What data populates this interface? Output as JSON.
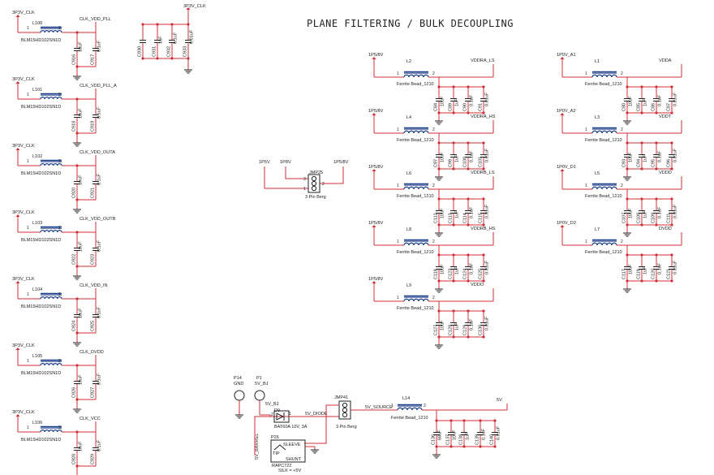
{
  "title": "PLANE FILTERING / BULK DECOUPLING",
  "top_bank": {
    "net": "3P3V_CLK",
    "caps": [
      {
        "ref": "C930",
        "value": ""
      },
      {
        "ref": "C931",
        "value": "1uF"
      },
      {
        "ref": "C932",
        "value": "0.1uF"
      },
      {
        "ref": "C933",
        "value": "0.01uF"
      }
    ]
  },
  "clk_filters": [
    {
      "src": "3P3V_CLK",
      "ind_ref": "L100",
      "ind_part": "BLM15HD102SN1D",
      "out": "CLK_VDD_PLL",
      "cap1_ref": "C916",
      "cap1_val": "10uF",
      "cap2_ref": "C917",
      "cap2_val": "0.1uF"
    },
    {
      "src": "3P3V_CLK",
      "ind_ref": "L101",
      "ind_part": "BLM15HD102SN1D",
      "out": "CLK_VDD_PLL_A",
      "cap1_ref": "C918",
      "cap1_val": "10uF",
      "cap2_ref": "C919",
      "cap2_val": "0.1uF"
    },
    {
      "src": "3P3V_CLK",
      "ind_ref": "L102",
      "ind_part": "BLM15HD102SN1D",
      "out": "CLK_VDD_OUTA",
      "cap1_ref": "C920",
      "cap1_val": "10uF",
      "cap2_ref": "C921",
      "cap2_val": "0.1uF"
    },
    {
      "src": "3P3V_CLK",
      "ind_ref": "L103",
      "ind_part": "BLM15HD102SN1D",
      "out": "CLK_VDD_OUTB",
      "cap1_ref": "C922",
      "cap1_val": "10uF",
      "cap2_ref": "C923",
      "cap2_val": "0.1uF"
    },
    {
      "src": "3P3V_CLK",
      "ind_ref": "L104",
      "ind_part": "BLM15HD102SN1D",
      "out": "CLK_VDD_IN",
      "cap1_ref": "C924",
      "cap1_val": "10uF",
      "cap2_ref": "C925",
      "cap2_val": "0.1uF"
    },
    {
      "src": "3P3V_CLK",
      "ind_ref": "L105",
      "ind_part": "BLM15HD102SN1D",
      "out": "CLK_DVDD",
      "cap1_ref": "C926",
      "cap1_val": "10uF",
      "cap2_ref": "C927",
      "cap2_val": "0.1uF"
    },
    {
      "src": "3P3V_CLK",
      "ind_ref": "L106",
      "ind_part": "BLM15HD102SN1D",
      "out": "CLK_VCC",
      "cap1_ref": "C928",
      "cap1_val": "10uF",
      "cap2_ref": "C929",
      "cap2_val": "0.1uF"
    }
  ],
  "jumper_jmp25": {
    "net_a": "1P5V",
    "net_b": "1P8V",
    "net_out": "1P5/8V",
    "ref": "JMP25",
    "desc": "3 Pin Berg",
    "pins": [
      "3",
      "2",
      "1"
    ]
  },
  "bead_part": "Ferrite Bead_1210",
  "bead_filters_mid": [
    {
      "src": "1P5/8V",
      "ref": "L2",
      "out": "VDDRA_LS",
      "caps": [
        {
          "ref": "C84",
          "val": "10uF"
        },
        {
          "ref": "C89",
          "val": "1uF"
        },
        {
          "ref": "C90",
          "val": "0.1uF"
        },
        {
          "ref": "C91",
          "val": "0.01uF"
        }
      ]
    },
    {
      "src": "1P5/8V",
      "ref": "L4",
      "out": "VDDRA_HS",
      "caps": [
        {
          "ref": "C97",
          "val": "10uF"
        },
        {
          "ref": "C99",
          "val": "1uF"
        },
        {
          "ref": "C100",
          "val": "0.1uF"
        },
        {
          "ref": "C101",
          "val": "0.01uF"
        }
      ]
    },
    {
      "src": "1P5/8V",
      "ref": "L6",
      "out": "VDDRB_LS",
      "caps": [
        {
          "ref": "C112",
          "val": "10uF"
        },
        {
          "ref": "C113",
          "val": "1uF"
        },
        {
          "ref": "C114",
          "val": "0.1uF"
        },
        {
          "ref": "C115",
          "val": "0.01uF"
        }
      ]
    },
    {
      "src": "1P5/8V",
      "ref": "L8",
      "out": "VDDRB_HS",
      "caps": [
        {
          "ref": "C118",
          "val": "10uF"
        },
        {
          "ref": "C123",
          "val": "1uF"
        },
        {
          "ref": "C124",
          "val": "0.1uF"
        },
        {
          "ref": "C125",
          "val": "0.01uF"
        }
      ]
    },
    {
      "src": "1P5/8V",
      "ref": "L9",
      "out": "VDDO",
      "caps": [
        {
          "ref": "C127",
          "val": "10uF"
        },
        {
          "ref": "C128",
          "val": "1uF"
        },
        {
          "ref": "C129",
          "val": "0.1uF"
        },
        {
          "ref": "C130",
          "val": "0.01uF"
        }
      ]
    }
  ],
  "bead_filters_right": [
    {
      "src": "1P0V_A1",
      "ref": "L1",
      "out": "VDDA",
      "caps": [
        {
          "ref": "C80",
          "val": "10uF"
        },
        {
          "ref": "C85",
          "val": "1uF"
        },
        {
          "ref": "C86",
          "val": "0.1uF"
        },
        {
          "ref": "C87",
          "val": "0.01uF"
        }
      ]
    },
    {
      "src": "1P0V_A2",
      "ref": "L3",
      "out": "VDDT",
      "caps": [
        {
          "ref": "C93",
          "val": "10uF"
        },
        {
          "ref": "C94",
          "val": "1uF"
        },
        {
          "ref": "C95",
          "val": "0.1uF"
        },
        {
          "ref": "C96",
          "val": "0.01uF"
        }
      ]
    },
    {
      "src": "1P0V_D1",
      "ref": "L5",
      "out": "VDDD",
      "caps": [
        {
          "ref": "C107",
          "val": "10uF"
        },
        {
          "ref": "C108",
          "val": "1uF"
        },
        {
          "ref": "C109",
          "val": "0.1uF"
        },
        {
          "ref": "C111",
          "val": "0.01uF"
        }
      ]
    },
    {
      "src": "1P0V_D2",
      "ref": "L7",
      "out": "DVDD",
      "caps": [
        {
          "ref": "C117",
          "val": "10uF"
        },
        {
          "ref": "C119",
          "val": "1uF"
        },
        {
          "ref": "C120",
          "val": "0.1uF"
        },
        {
          "ref": "C121",
          "val": "0.01uF"
        }
      ]
    }
  ],
  "power_input": {
    "p14_ref": "P14",
    "p14_net": "GND",
    "p1_ref": "P1",
    "p1_net": "5V_BJ",
    "net_5v_bj": "5V_BJ",
    "diode_ref": "D9",
    "diode_part": "BAT60A 10V, 3A",
    "net_diode": "5V_DIODE",
    "net_barrel": "5V_BARREL",
    "jack_ref": "P26",
    "jack_sleeve": "SLEEVE",
    "jack_tip": "TIP",
    "jack_shunt": "SHUNT",
    "jack_part": "RAPC722",
    "jack_silk": "SILK = +5V",
    "jumper_ref": "JMP41",
    "jumper_desc": "3 Pin Berg",
    "net_source": "5V_SOURCE",
    "ind_ref": "L14",
    "ind_part": "Ferrite Bead_1210",
    "out": "5V",
    "caps": [
      {
        "ref": "C136",
        "val": "68uF"
      },
      {
        "ref": "C137",
        "val": "10uF"
      },
      {
        "ref": "C138",
        "val": "1uF"
      },
      {
        "ref": "C139",
        "val": "0.1uF"
      },
      {
        "ref": "C140",
        "val": "0.01uF"
      }
    ]
  }
}
